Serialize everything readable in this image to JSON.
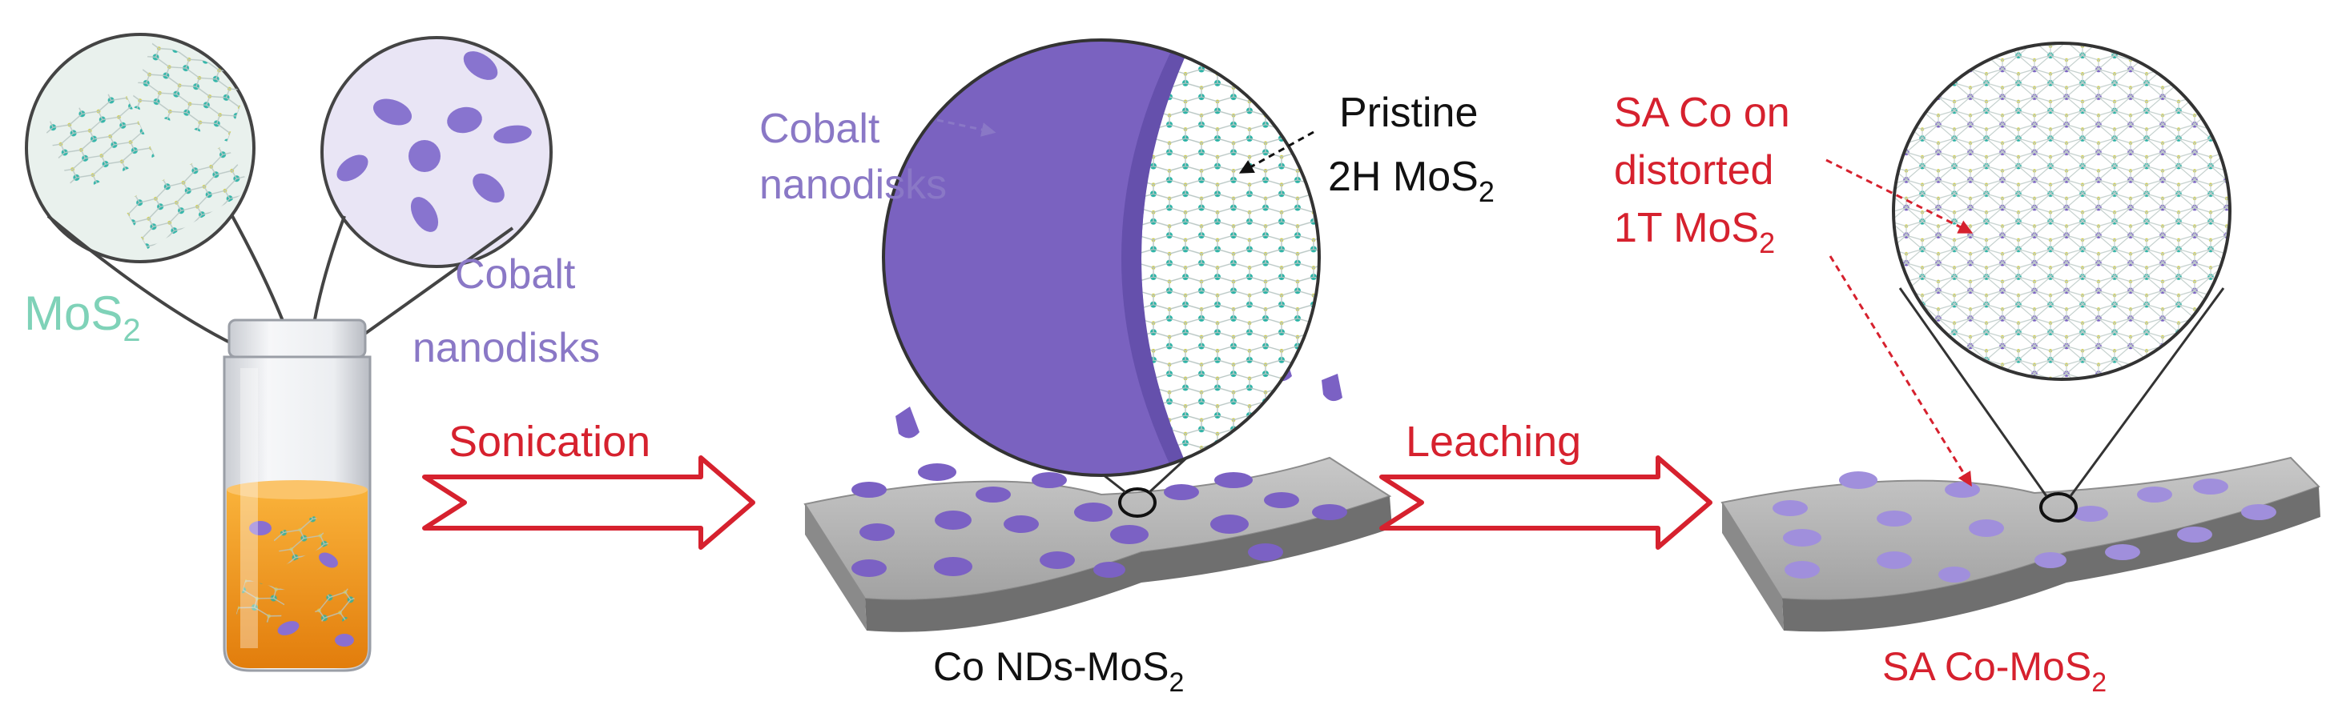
{
  "labels": {
    "mos2_sub": "2",
    "mos2_main": "MoS",
    "cobalt_nanodisks_line1": "Cobalt",
    "cobalt_nanodisks_line2": "nanodisks",
    "sonication": "Sonication",
    "leaching": "Leaching",
    "cobalt_zoom_line1": "Cobalt",
    "cobalt_zoom_line2": "nanodisks",
    "pristine_line1": "Pristine",
    "pristine_line2_main": "2H MoS",
    "pristine_line2_sub": "2",
    "saco_line1": "SA Co on",
    "saco_line2": "distorted",
    "saco_line3_main": "1T MoS",
    "saco_line3_sub": "2",
    "product1_main": "Co NDs-MoS",
    "product1_sub": "2",
    "product2_main": "SA Co-MoS",
    "product2_sub": "2"
  },
  "colors": {
    "mos2_teal": "#7fd2b8",
    "cobalt_purple": "#8a78c6",
    "disk_purple": "#7b61c4",
    "disk_light": "#9f8ee0",
    "arrow_red": "#d6212e",
    "text_black": "#111111",
    "sheet_gray": "#a7a7a7"
  }
}
